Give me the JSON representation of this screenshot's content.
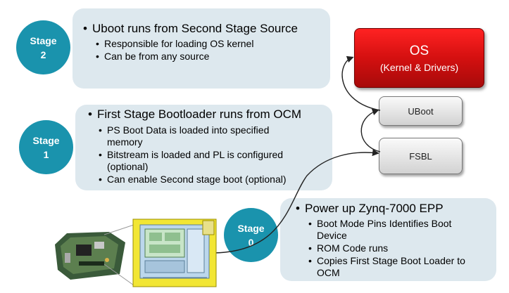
{
  "stage2": {
    "circle_top": "Stage",
    "circle_num": "2",
    "bullet": "Uboot runs from Second Stage Source",
    "subs": [
      "Responsible for loading OS kernel",
      "Can be from any source"
    ]
  },
  "stage1": {
    "circle_top": "Stage",
    "circle_num": "1",
    "bullet": "First Stage Bootloader runs from OCM",
    "subs": [
      "PS Boot Data is loaded into specified memory",
      "Bitstream is loaded and PL is configured (optional)",
      "Can enable Second stage boot (optional)"
    ]
  },
  "stage0": {
    "circle_top": "Stage",
    "circle_num": "0",
    "bullet": "Power up Zynq-7000 EPP",
    "subs": [
      "Boot Mode Pins Identifies Boot Device",
      "ROM Code runs",
      "Copies First Stage Boot Loader to OCM"
    ]
  },
  "stack": {
    "os_title": "OS",
    "os_subtitle": "(Kernel & Drivers)",
    "uboot": "UBoot",
    "fsbl": "FSBL"
  },
  "colors": {
    "panel": "#dde8ee",
    "circle": "#1a93ad",
    "os_red": "#d41010"
  },
  "icons": {
    "board": "dev-board-image",
    "chip": "soc-block-diagram-image"
  }
}
